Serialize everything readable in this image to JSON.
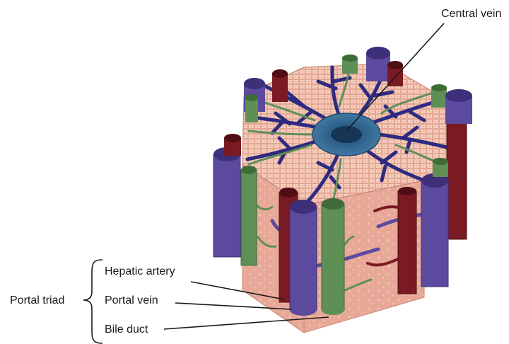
{
  "labels": {
    "central_vein": "Central vein",
    "hepatic_artery": "Hepatic artery",
    "portal_vein": "Portal vein",
    "bile_duct": "Bile duct",
    "portal_triad": "Portal triad"
  },
  "colors": {
    "portal_vein": "#5b4a9e",
    "portal_vein_dark": "#3d2f7a",
    "hepatic_artery": "#7a1a22",
    "hepatic_artery_dark": "#4e0e14",
    "bile_duct": "#5e8f55",
    "bile_duct_dark": "#3f6b39",
    "lobule_top": "#f3c4b4",
    "lobule_side": "#e8a898",
    "central_vein": "#2f5f86",
    "sinusoid": "#2e2a80",
    "leader_line": "#1a1a1a"
  }
}
